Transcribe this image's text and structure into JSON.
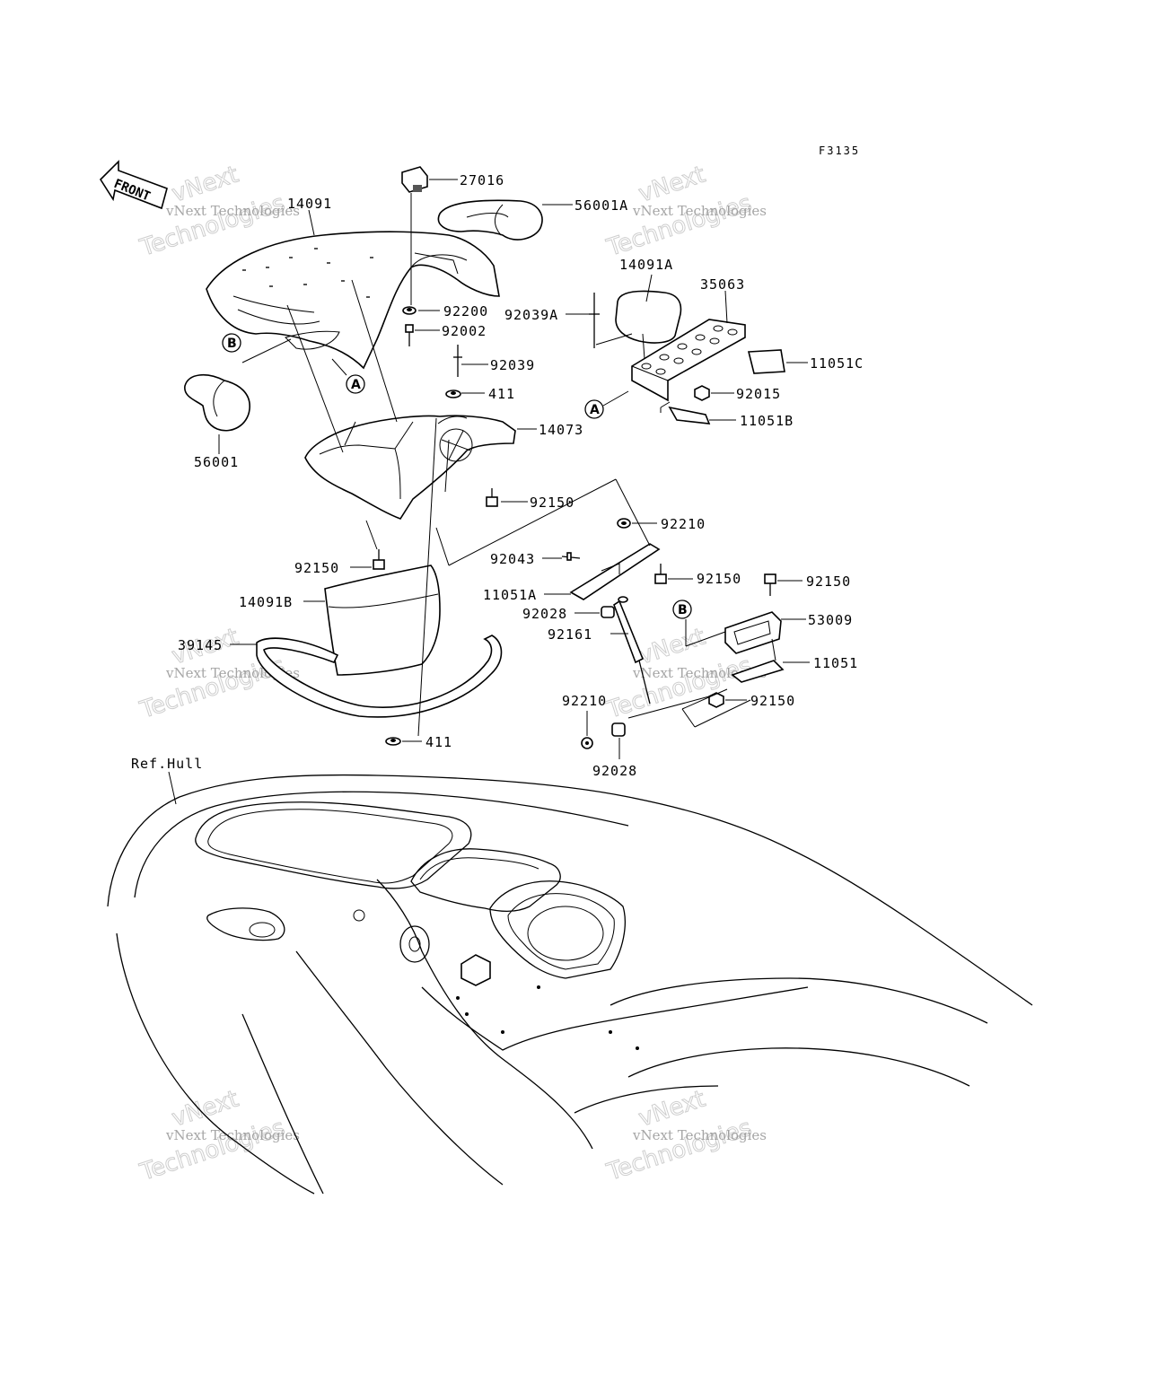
{
  "figure_code": "F3135",
  "front_label": "FRONT",
  "ref_hull": "Ref.Hull",
  "watermark": {
    "small": "vNext Technologies",
    "big_word_1": "vNext",
    "big_word_2": "Technologies"
  },
  "callouts": {
    "A": "A",
    "B": "B"
  },
  "parts": {
    "p27016": "27016",
    "p14091": "14091",
    "p56001A": "56001A",
    "p14091A": "14091A",
    "p35063": "35063",
    "p92039A": "92039A",
    "p92200": "92200",
    "p92002": "92002",
    "p11051C": "11051C",
    "p92039": "92039",
    "p411_top": "411",
    "p92015": "92015",
    "p11051B": "11051B",
    "p14073": "14073",
    "p56001": "56001",
    "p92150_a": "92150",
    "p92210_a": "92210",
    "p92043": "92043",
    "p92150_b": "92150",
    "p92150_c": "92150",
    "p92150_d": "92150",
    "p11051A": "11051A",
    "p14091B": "14091B",
    "p92028_a": "92028",
    "p53009": "53009",
    "p92161": "92161",
    "p39145": "39145",
    "p11051": "11051",
    "p92150_e": "92150",
    "p92210_b": "92210",
    "p411_bot": "411",
    "p92028_b": "92028"
  }
}
